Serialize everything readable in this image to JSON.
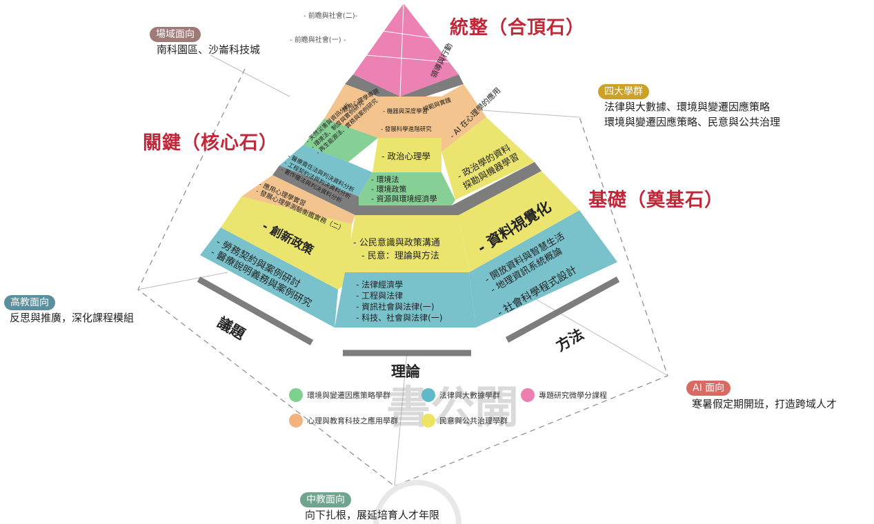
{
  "tiers": {
    "top": "統整（合頂石）",
    "key": "關鍵（核心石）",
    "base": "基礎（奠基石）"
  },
  "axes": {
    "issue": "議題",
    "theory": "理論",
    "method": "方法"
  },
  "apex": {
    "future2": "- 前瞻與社會(二)-",
    "future1": "- 前瞻與社會(一) -",
    "leader": "領導與行動"
  },
  "upper": {
    "applied_psych": "- 應用心理學專題",
    "ml_deep": "- 機器與深度學習",
    "rule_behavior": "規範與實踐",
    "dev_science": "- 發展科學進階研究",
    "ai_psych": "- AI 在心理學的應用",
    "green_lines": [
      "- 天然災害與資訊分析",
      "- 環境法、制度與實例研究",
      "- 再生能源法、實務與案例研究"
    ],
    "pol_psych": "- 政治心理學",
    "teal_lines": [
      "- 醫療責任法與判決資料分析",
      "- 工程契約法與判決資料分析",
      "- 著作權法與判決資料分析"
    ],
    "env_lines": [
      "- 環境法",
      "- 環境政策",
      "- 資源與環境經濟學"
    ],
    "pol_data": [
      "- 政治學的資料",
      "探勘與機器學習"
    ]
  },
  "lower": {
    "psych_lines": [
      "- 應用心理學實習",
      "- 發展心理學測驗衡鑑實務（二）"
    ],
    "innovation": "- 創新政策",
    "public": [
      "- 公民意識與政策溝通",
      "- 民意：理論與方法"
    ],
    "viz": "- 資料視覺化",
    "labor_lines": [
      "- 勞務契約與案例研討",
      "- 醫療說明義務與案例研究"
    ],
    "law_lines": [
      "- 法律經濟學",
      "- 工程與法律",
      "- 資訊社會與法律(一)",
      "- 科技、社會與法律(一)"
    ],
    "open_lines": [
      "- 開放資料與智慧生活",
      "- 地理資訊系統概論"
    ],
    "social_prog": "- 社會科學程式設計"
  },
  "facets": {
    "field": {
      "badge": "場域面向",
      "text": "南科園區、沙崙科技城",
      "color": "#a07a77"
    },
    "four": {
      "badge": "四大學群",
      "lines": [
        "法律與大數據、環境與變遷因應策略",
        "環境與變遷因應策略、民意與公共治理"
      ],
      "color": "#c9a227"
    },
    "higher": {
      "badge": "高教面向",
      "text": "反思與推廣，深化課程模組",
      "color": "#5a8fa0"
    },
    "ai": {
      "badge": "AI 面向",
      "text": "寒暑假定期開班，打造跨域人才",
      "color": "#d96a63"
    },
    "secondary": {
      "badge": "中教面向",
      "text": "向下扎根，展延培育人才年限",
      "color": "#6fa58e"
    }
  },
  "legend": [
    {
      "label": "環境與變遷因應策略學群",
      "color": "#7fcf8e"
    },
    {
      "label": "法律與大數據學群",
      "color": "#5fb9c9"
    },
    {
      "label": "專題研究微學分課程",
      "color": "#ec7fb0"
    },
    {
      "label": "心理與教育科技之應用學群",
      "color": "#f2b27c"
    },
    {
      "label": "民意與公共治理學群",
      "color": "#ece462"
    }
  ],
  "watermark": "書公開",
  "colors": {
    "pink": "#eb82b3",
    "orange": "#f4c48f",
    "green": "#86cf95",
    "teal": "#79c2cc",
    "yellow": "#ebe570",
    "gray": "#7d7d7d",
    "red": "#c0283a"
  }
}
